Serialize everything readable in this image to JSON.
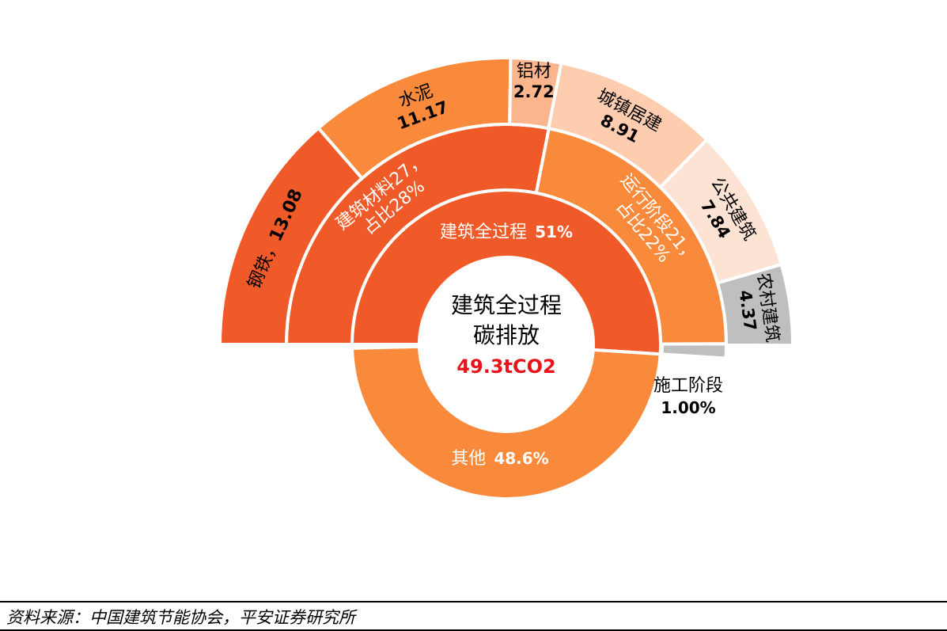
{
  "chart_data": {
    "type": "sunburst",
    "center_label": {
      "line1": "建筑全过程",
      "line2": "碳排放",
      "value": "49.3tCO2",
      "value_color": "#E8141B"
    },
    "inner_ring": [
      {
        "name": "建筑全过程",
        "label": "51%",
        "percent": 51,
        "color": "#F05A28"
      },
      {
        "name": "其他",
        "label": "48.6%",
        "percent": 48.6,
        "color": "#F98A3B"
      }
    ],
    "middle_ring": [
      {
        "line1": "建筑材料27，",
        "line2": "占比28%",
        "value": 27,
        "color": "#F05A28"
      },
      {
        "line1": "运行阶段21，",
        "line2": "占比22%",
        "value": 21,
        "color": "#F98A3B"
      },
      {
        "name": "施工阶段",
        "label": "1.00%",
        "value": 1,
        "color": "#BFBFBF"
      }
    ],
    "outer_ring": [
      {
        "name": "钢铁，",
        "value_label": "13.08",
        "value": 13.08,
        "color": "#F05A28"
      },
      {
        "name": "水泥",
        "value_label": "11.17",
        "value": 11.17,
        "color": "#F98A3B"
      },
      {
        "name": "铝材",
        "value_label": "2.72",
        "value": 2.72,
        "color": "#FDB58E"
      },
      {
        "name": "城镇居建",
        "value_label": "8.91",
        "value": 8.91,
        "color": "#FECCAE"
      },
      {
        "name": "公共建筑",
        "value_label": "7.84",
        "value": 7.84,
        "color": "#FDE3D3"
      },
      {
        "name": "农村建筑",
        "value_label": "4.37",
        "value": 4.37,
        "color": "#BFBFBF"
      }
    ]
  },
  "footer": {
    "source": "资料来源：中国建筑节能协会，平安证券研究所"
  }
}
